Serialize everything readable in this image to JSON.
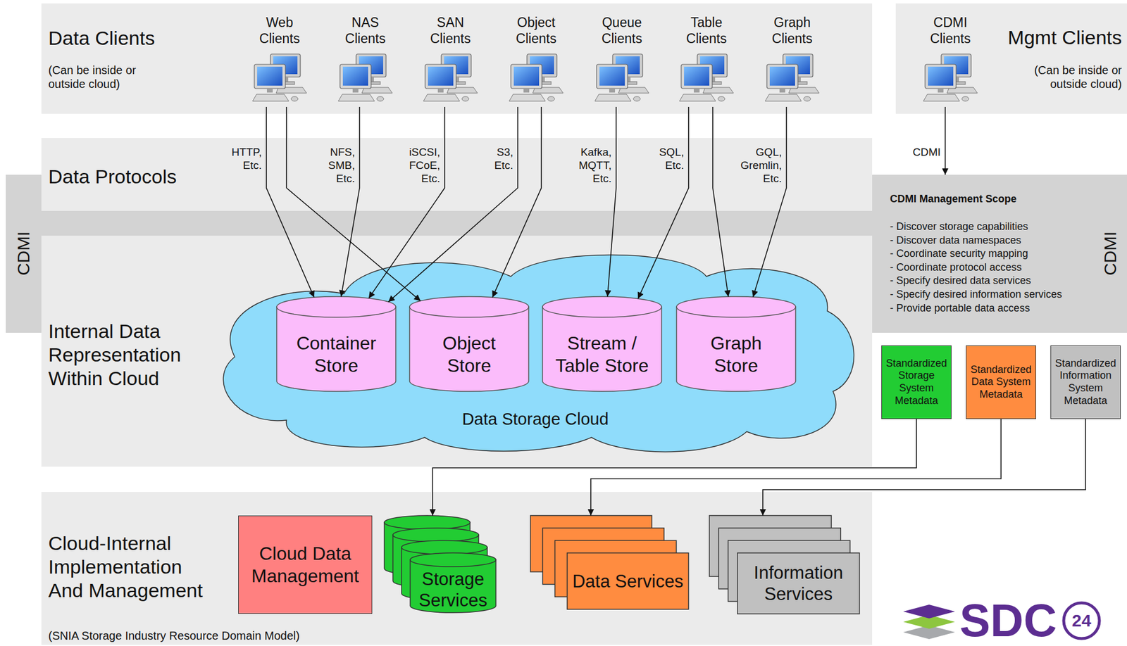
{
  "diagram": {
    "caption": "(SNIA Storage Industry Resource Domain Model)",
    "nodes": [
      {
        "text": [
          "Data Clients",
          "(Can be inside or outside cloud)"
        ]
      },
      {
        "text": [
          "Web Clients"
        ],
        "in": 0
      },
      {
        "text": [
          "NAS Clients"
        ],
        "in": 0
      },
      {
        "text": [
          "SAN Clients"
        ],
        "in": 0
      },
      {
        "text": [
          "Object Clients"
        ],
        "in": 0
      },
      {
        "text": [
          "Queue Clients"
        ],
        "in": 0
      },
      {
        "text": [
          "Table Clients"
        ],
        "in": 0
      },
      {
        "text": [
          "Graph Clients"
        ],
        "in": 0
      },
      {
        "text": [
          "Mgmt Clients",
          "(Can be inside or outside cloud)"
        ]
      },
      {
        "text": [
          "CDMI Clients"
        ],
        "in": 8
      },
      {
        "text": [
          "Data Protocols"
        ]
      },
      {
        "text": [
          "CDMI"
        ]
      },
      {
        "text": [
          "CDMI Management Scope",
          "- Discover storage capabilities",
          "- Discover data namespaces",
          "- Coordinate security mapping",
          "- Coordinate protocol access",
          "- Specify desired data services",
          "- Specify desired information services",
          "- Provide portable data access",
          "CDMI"
        ]
      },
      {
        "text": [
          "Internal Data Representation Within Cloud"
        ]
      },
      {
        "text": [
          "Data Storage Cloud"
        ],
        "in": 13
      },
      {
        "text": [
          "Container Store"
        ],
        "in": 14
      },
      {
        "text": [
          "Object Store"
        ],
        "in": 14
      },
      {
        "text": [
          "Stream / Table Store"
        ],
        "in": 14
      },
      {
        "text": [
          "Graph Store"
        ],
        "in": 14
      },
      {
        "text": [
          "Standardized Storage System Metadata"
        ]
      },
      {
        "text": [
          "Standardized Data System Metadata"
        ]
      },
      {
        "text": [
          "Standardized Information System Metadata"
        ]
      },
      {
        "text": [
          "Cloud-Internal Implementation And Management"
        ]
      },
      {
        "text": [
          "Cloud Data Management"
        ],
        "in": 22
      },
      {
        "text": [
          "Storage Services"
        ],
        "in": 22
      },
      {
        "text": [
          "Data Services"
        ],
        "in": 22
      },
      {
        "text": [
          "Information Services"
        ],
        "in": 22
      }
    ],
    "edges": [
      {
        "from": 1,
        "to": 15,
        "arrow": "to",
        "label": "HTTP, Etc."
      },
      {
        "from": 1,
        "to": 16,
        "arrow": "to"
      },
      {
        "from": 2,
        "to": 15,
        "arrow": "to",
        "label": "NFS, SMB, Etc."
      },
      {
        "from": 3,
        "to": 15,
        "arrow": "to",
        "label": "iSCSI, FCoE, Etc."
      },
      {
        "from": 4,
        "to": 15,
        "arrow": "to",
        "label": "S3, Etc."
      },
      {
        "from": 4,
        "to": 16,
        "arrow": "to"
      },
      {
        "from": 5,
        "to": 17,
        "arrow": "to",
        "label": "Kafka, MQTT, Etc."
      },
      {
        "from": 6,
        "to": 17,
        "arrow": "to",
        "label": "SQL, Etc."
      },
      {
        "from": 6,
        "to": 18,
        "arrow": "to"
      },
      {
        "from": 7,
        "to": 18,
        "arrow": "to",
        "label": "GQL, Gremlin, Etc."
      },
      {
        "from": 9,
        "to": 12,
        "arrow": "to",
        "label": "CDMI"
      },
      {
        "from": 19,
        "to": 24,
        "arrow": "to"
      },
      {
        "from": 20,
        "to": 25,
        "arrow": "to"
      },
      {
        "from": 21,
        "to": 26,
        "arrow": "to"
      }
    ],
    "labels": [
      "SDC",
      "24"
    ]
  }
}
